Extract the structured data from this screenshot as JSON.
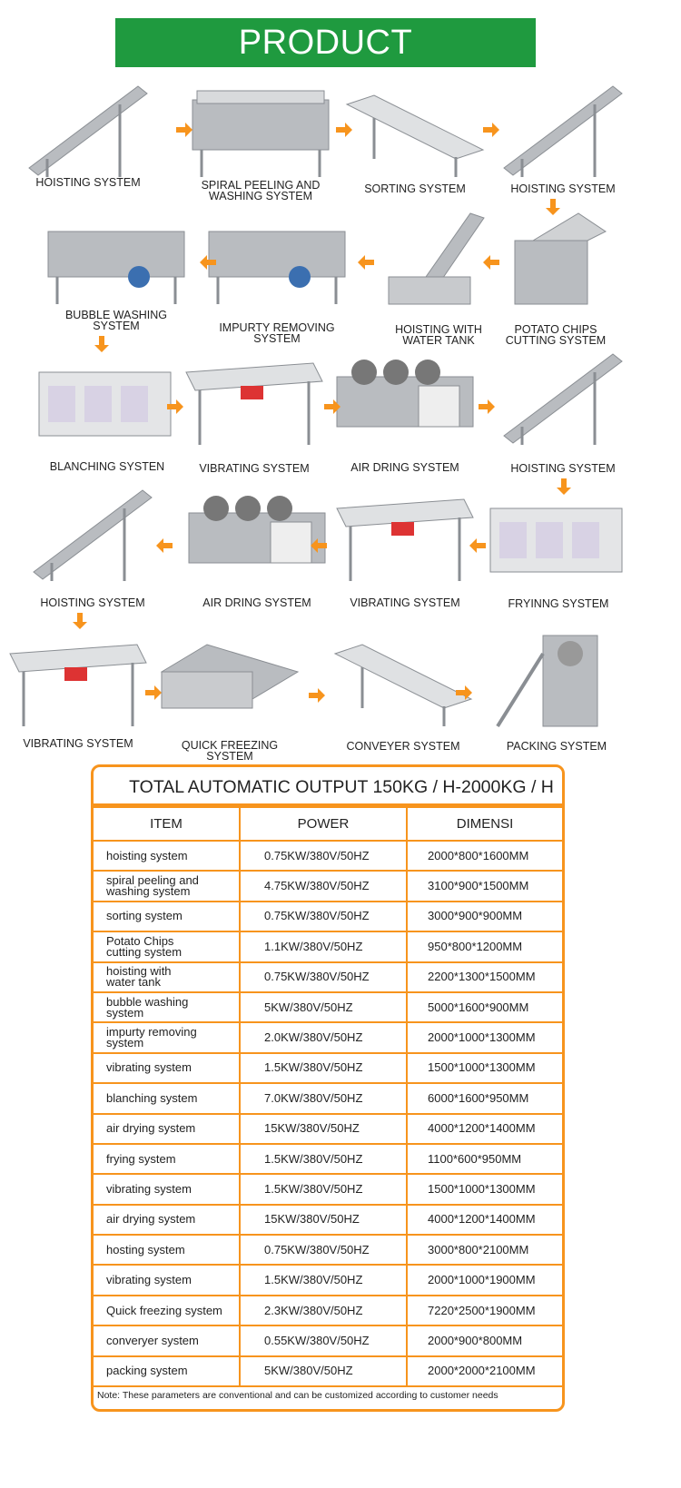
{
  "header": {
    "title": "PRODUCT DESCRIPTION"
  },
  "flow": [
    {
      "label": "HOISTING SYSTEM",
      "icon": "incline-conveyor"
    },
    {
      "label": "SPIRAL PEELING AND\nWASHING  SYSTEM",
      "icon": "peeling-machine"
    },
    {
      "label": "SORTING SYSTEM",
      "icon": "flat-conveyor"
    },
    {
      "label": "HOISTING SYSTEM",
      "icon": "incline-conveyor"
    },
    {
      "label": "POTATO CHIPS\nCUTTING SYSTEM",
      "icon": "cutting-machine"
    },
    {
      "label": "HOISTING  WITH\nWATER TANK",
      "icon": "water-tank-hoist"
    },
    {
      "label": "IMPURTY REMOVING\nSYSTEM",
      "icon": "tank-machine"
    },
    {
      "label": "BUBBLE WASHING\nSYSTEM",
      "icon": "tank-machine"
    },
    {
      "label": "BLANCHING  SYSTEN",
      "icon": "box-machine"
    },
    {
      "label": "VIBRATING SYSTEM",
      "icon": "vibrating-table"
    },
    {
      "label": "AIR DRING SYSTEM",
      "icon": "fan-machine"
    },
    {
      "label": "HOISTING SYSTEM",
      "icon": "incline-conveyor"
    },
    {
      "label": "FRYINNG SYSTEM",
      "icon": "box-machine"
    },
    {
      "label": "VIBRATING SYSTEM",
      "icon": "vibrating-table"
    },
    {
      "label": "AIR DRING SYSTEM",
      "icon": "fan-machine"
    },
    {
      "label": "HOISTING SYSTEM",
      "icon": "incline-conveyor"
    },
    {
      "label": "VIBRATING SYSTEM",
      "icon": "vibrating-table"
    },
    {
      "label": "QUICK FREEZING\nSYSTEM",
      "icon": "tunnel-machine"
    },
    {
      "label": "CONVEYER SYSTEM",
      "icon": "flat-conveyor"
    },
    {
      "label": "PACKING  SYSTEM",
      "icon": "packing-machine"
    }
  ],
  "table": {
    "title": "TOTAL AUTOMATIC OUTPUT 150KG / H-2000KG / H",
    "columns": [
      "ITEM",
      "POWER",
      "DIMENSI"
    ],
    "rows": [
      [
        "hoisting system",
        "0.75KW/380V/50HZ",
        "2000*800*1600MM"
      ],
      [
        "spiral peeling and\nwashing  system",
        "4.75KW/380V/50HZ",
        "3100*900*1500MM"
      ],
      [
        "sorting system",
        "0.75KW/380V/50HZ",
        "3000*900*900MM"
      ],
      [
        "Potato Chips\ncutting system",
        "1.1KW/380V/50HZ",
        "950*800*1200MM"
      ],
      [
        "hoisting  with\nwater tank",
        "0.75KW/380V/50HZ",
        "2200*1300*1500MM"
      ],
      [
        "bubble  washing\nsystem",
        "5KW/380V/50HZ",
        "5000*1600*900MM"
      ],
      [
        "impurty removing\nsystem",
        "2.0KW/380V/50HZ",
        "2000*1000*1300MM"
      ],
      [
        "vibrating system",
        "1.5KW/380V/50HZ",
        "1500*1000*1300MM"
      ],
      [
        "blanching  system",
        "7.0KW/380V/50HZ",
        "6000*1600*950MM"
      ],
      [
        "air drying system",
        "15KW/380V/50HZ",
        "4000*1200*1400MM"
      ],
      [
        "frying system",
        "1.5KW/380V/50HZ",
        "1100*600*950MM"
      ],
      [
        "vibrating system",
        "1.5KW/380V/50HZ",
        "1500*1000*1300MM"
      ],
      [
        "air drying system",
        "15KW/380V/50HZ",
        "4000*1200*1400MM"
      ],
      [
        "hosting system",
        "0.75KW/380V/50HZ",
        "3000*800*2100MM"
      ],
      [
        "vibrating system",
        "1.5KW/380V/50HZ",
        "2000*1000*1900MM"
      ],
      [
        "Quick freezing  system",
        "2.3KW/380V/50HZ",
        "7220*2500*1900MM"
      ],
      [
        "converyer  system",
        "0.55KW/380V/50HZ",
        "2000*900*800MM"
      ],
      [
        "packing system",
        "5KW/380V/50HZ",
        "2000*2000*2100MM"
      ]
    ],
    "note": "Note: These parameters are conventional and can be customized according to customer needs"
  },
  "colors": {
    "banner": "#1f9a3f",
    "accent": "#f7941d"
  }
}
